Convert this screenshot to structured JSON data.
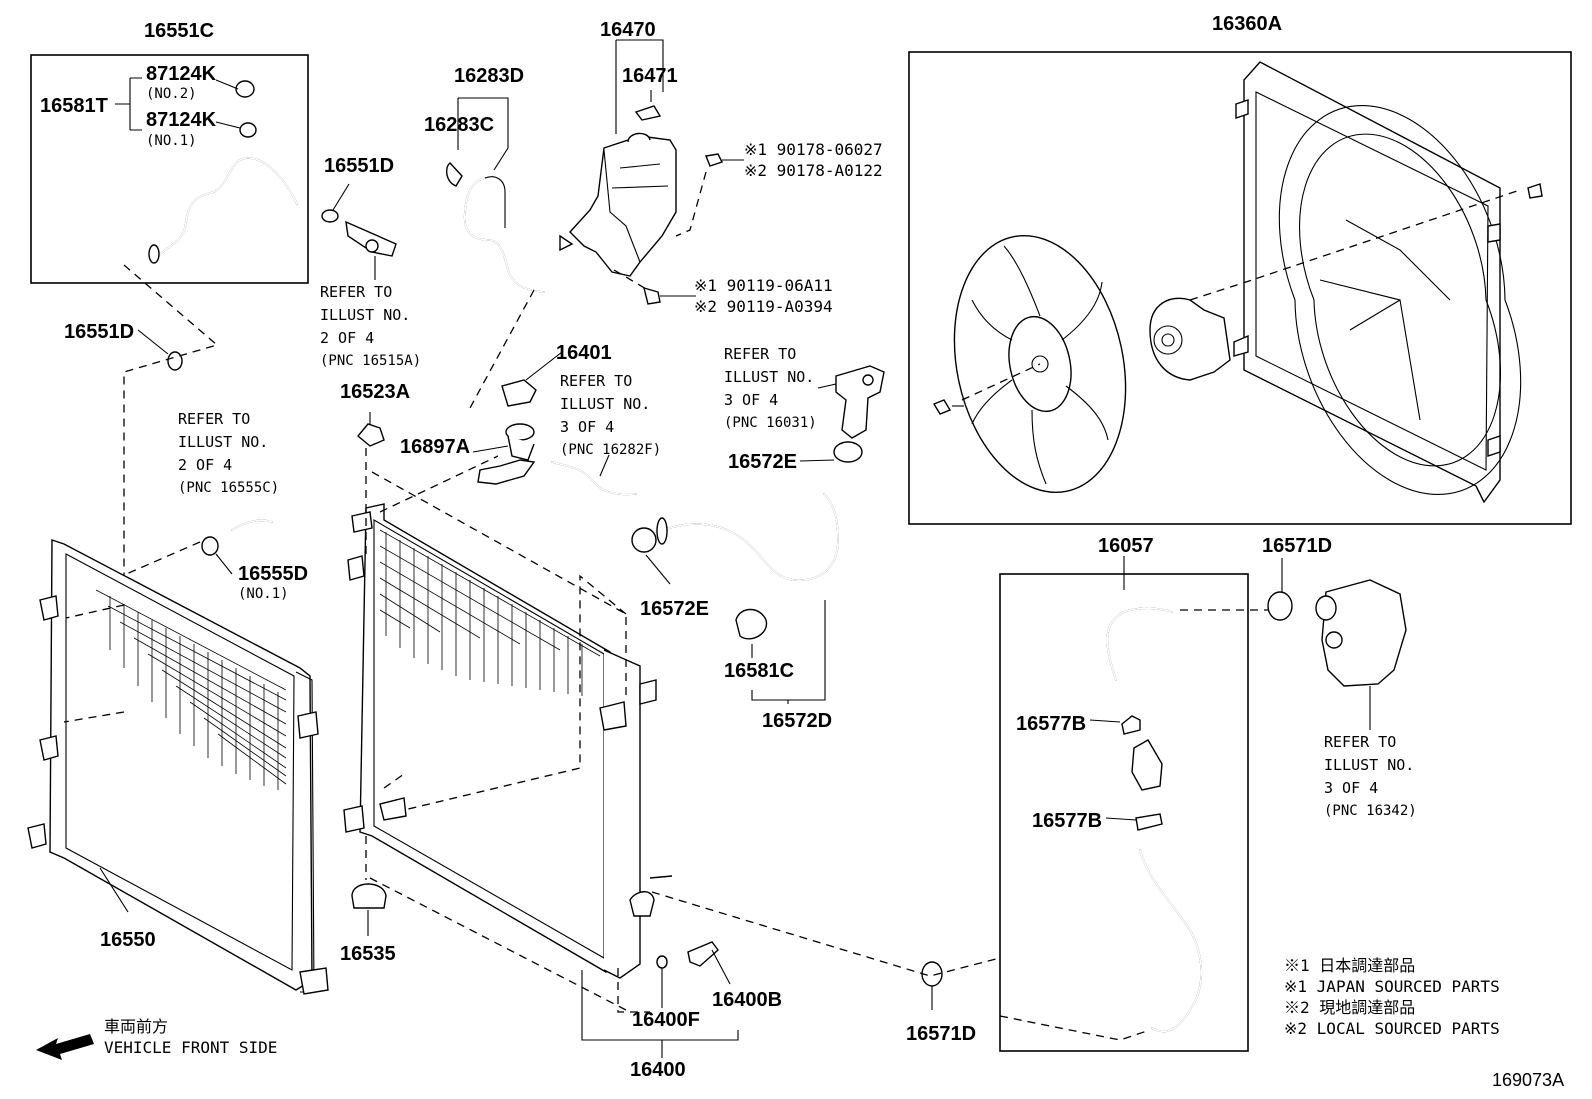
{
  "parts": {
    "p16551C": "16551C",
    "p87124K_a": "87124K",
    "p87124K_a_note": "(NO.2)",
    "p87124K_b": "87124K",
    "p87124K_b_note": "(NO.1)",
    "p16581T": "16581T",
    "p16551D_a": "16551D",
    "p16551D_b": "16551D",
    "p16283D": "16283D",
    "p16283C": "16283C",
    "p16470": "16470",
    "p16471": "16471",
    "p16360A": "16360A",
    "p16401": "16401",
    "p16523A": "16523A",
    "p16897A": "16897A",
    "p16572E_a": "16572E",
    "p16572E_b": "16572E",
    "p16555D": "16555D",
    "p16555D_note": "(NO.1)",
    "p16581C": "16581C",
    "p16572D": "16572D",
    "p16057": "16057",
    "p16571D_a": "16571D",
    "p16571D_b": "16571D",
    "p16577B_a": "16577B",
    "p16577B_b": "16577B",
    "p16550": "16550",
    "p16535": "16535",
    "p16400F": "16400F",
    "p16400B": "16400B",
    "p16400": "16400"
  },
  "fasteners": {
    "f1a": "※1  90178-06027",
    "f1b": "※2  90178-A0122",
    "f2a": "※1  90119-06A11",
    "f2b": "※2  90119-A0394"
  },
  "refs": {
    "r1": [
      "REFER TO",
      "ILLUST NO.",
      "2 OF 4",
      "(PNC 16515A)"
    ],
    "r2": [
      "REFER TO",
      "ILLUST NO.",
      "3 OF 4",
      "(PNC 16282F)"
    ],
    "r3": [
      "REFER TO",
      "ILLUST NO.",
      "3 OF 4",
      "(PNC 16031)"
    ],
    "r4": [
      "REFER TO",
      "ILLUST NO.",
      "2 OF 4",
      "(PNC 16555C)"
    ],
    "r5": [
      "REFER TO",
      "ILLUST NO.",
      "3 OF 4",
      "(PNC 16342)"
    ]
  },
  "legend": {
    "l1": "※1  日本調達部品",
    "l2": "※1  JAPAN SOURCED PARTS",
    "l3": "※2  現地調達部品",
    "l4": "※2  LOCAL SOURCED PARTS"
  },
  "front": {
    "jp": "車両前方",
    "en": "VEHICLE FRONT SIDE"
  },
  "diagram_id": "169073A"
}
